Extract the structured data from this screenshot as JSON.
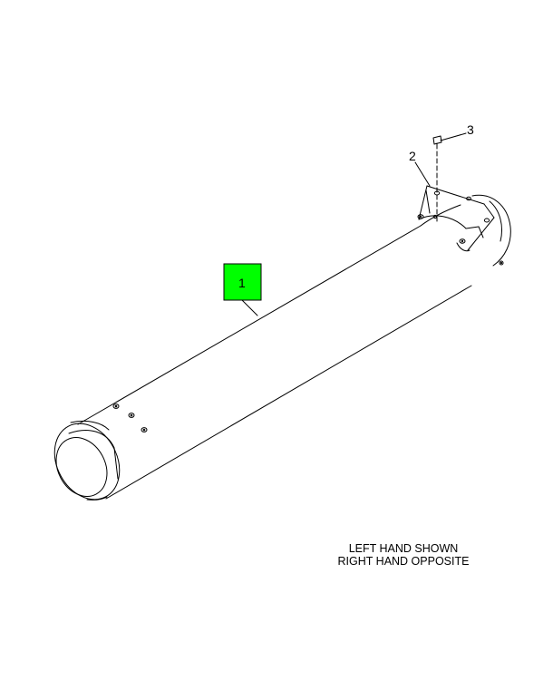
{
  "callouts": [
    {
      "label": "1",
      "highlighted": true,
      "highlight_color": "#00ff00"
    },
    {
      "label": "2",
      "highlighted": false
    },
    {
      "label": "3",
      "highlighted": false
    }
  ],
  "note": {
    "line1": "LEFT HAND SHOWN",
    "line2": "RIGHT HAND OPPOSITE"
  },
  "colors": {
    "line": "#000000",
    "highlight": "#00ff00"
  }
}
